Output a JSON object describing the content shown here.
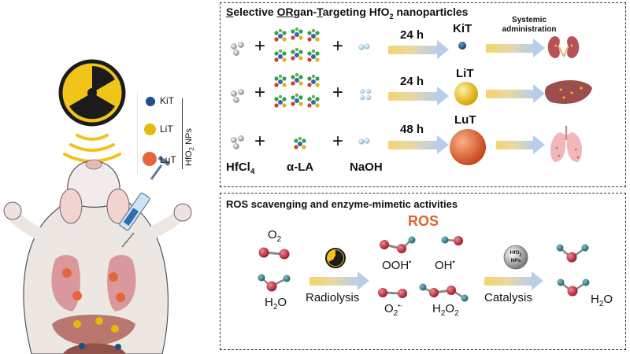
{
  "title_prefix_s": "S",
  "title_part_elective": "elective ",
  "title_or": "OR",
  "title_part_gan": "gan-",
  "title_t": "T",
  "title_part_argeting": "argeting HfO",
  "title_sub2": "2",
  "title_part_np": " nanoparticles",
  "ros_title": "ROS scavenging and enzyme-mimetic activities",
  "synthesis": {
    "rows": [
      {
        "time": "24 h",
        "product": "KiT"
      },
      {
        "time": "24 h",
        "product": "LiT"
      },
      {
        "time": "48 h",
        "product": "LuT"
      }
    ],
    "systemic_line1": "Systemic",
    "systemic_line2": "administration",
    "reagent_hf": "HfCl",
    "reagent_hf_sub": "4",
    "reagent_la": "α-LA",
    "reagent_naoh": "NaOH",
    "plus": "+"
  },
  "legend": {
    "items": [
      {
        "label": "KiT",
        "color": "#1f4f86"
      },
      {
        "label": "LiT",
        "color": "#e9b60f"
      },
      {
        "label": "LuT",
        "color": "#e2683b"
      }
    ],
    "group_label": "HfO",
    "group_sub": "2",
    "group_suffix": " NPs"
  },
  "ros": {
    "o2": "O",
    "o2_sub": "2",
    "h2o_left": "H",
    "h2o_left_sub": "2",
    "h2o_left_tail": "O",
    "radiolysis": "Radiolysis",
    "ros_label": "ROS",
    "ooh": "OOH",
    "oh": "OH",
    "dot": "•",
    "o2rad": "O",
    "o2rad_sub": "2",
    "o2rad_sup": "•-",
    "h2o2": "H",
    "h2o2_sub1": "2",
    "h2o2_mid": "O",
    "h2o2_sub2": "2",
    "catalysis": "Catalysis",
    "catalyst_line1": "HfO",
    "catalyst_sub": "2",
    "catalyst_line2": "NPs",
    "h2o_right": "H",
    "h2o_right_sub": "2",
    "h2o_right_tail": "O"
  },
  "colors": {
    "accent_orange": "#e0622f",
    "oxygen_red": "#c62c3a",
    "hydrogen_teal": "#2e7f8a",
    "radiation_yellow": "#f2c318",
    "radiation_black": "#1b1b1b"
  }
}
